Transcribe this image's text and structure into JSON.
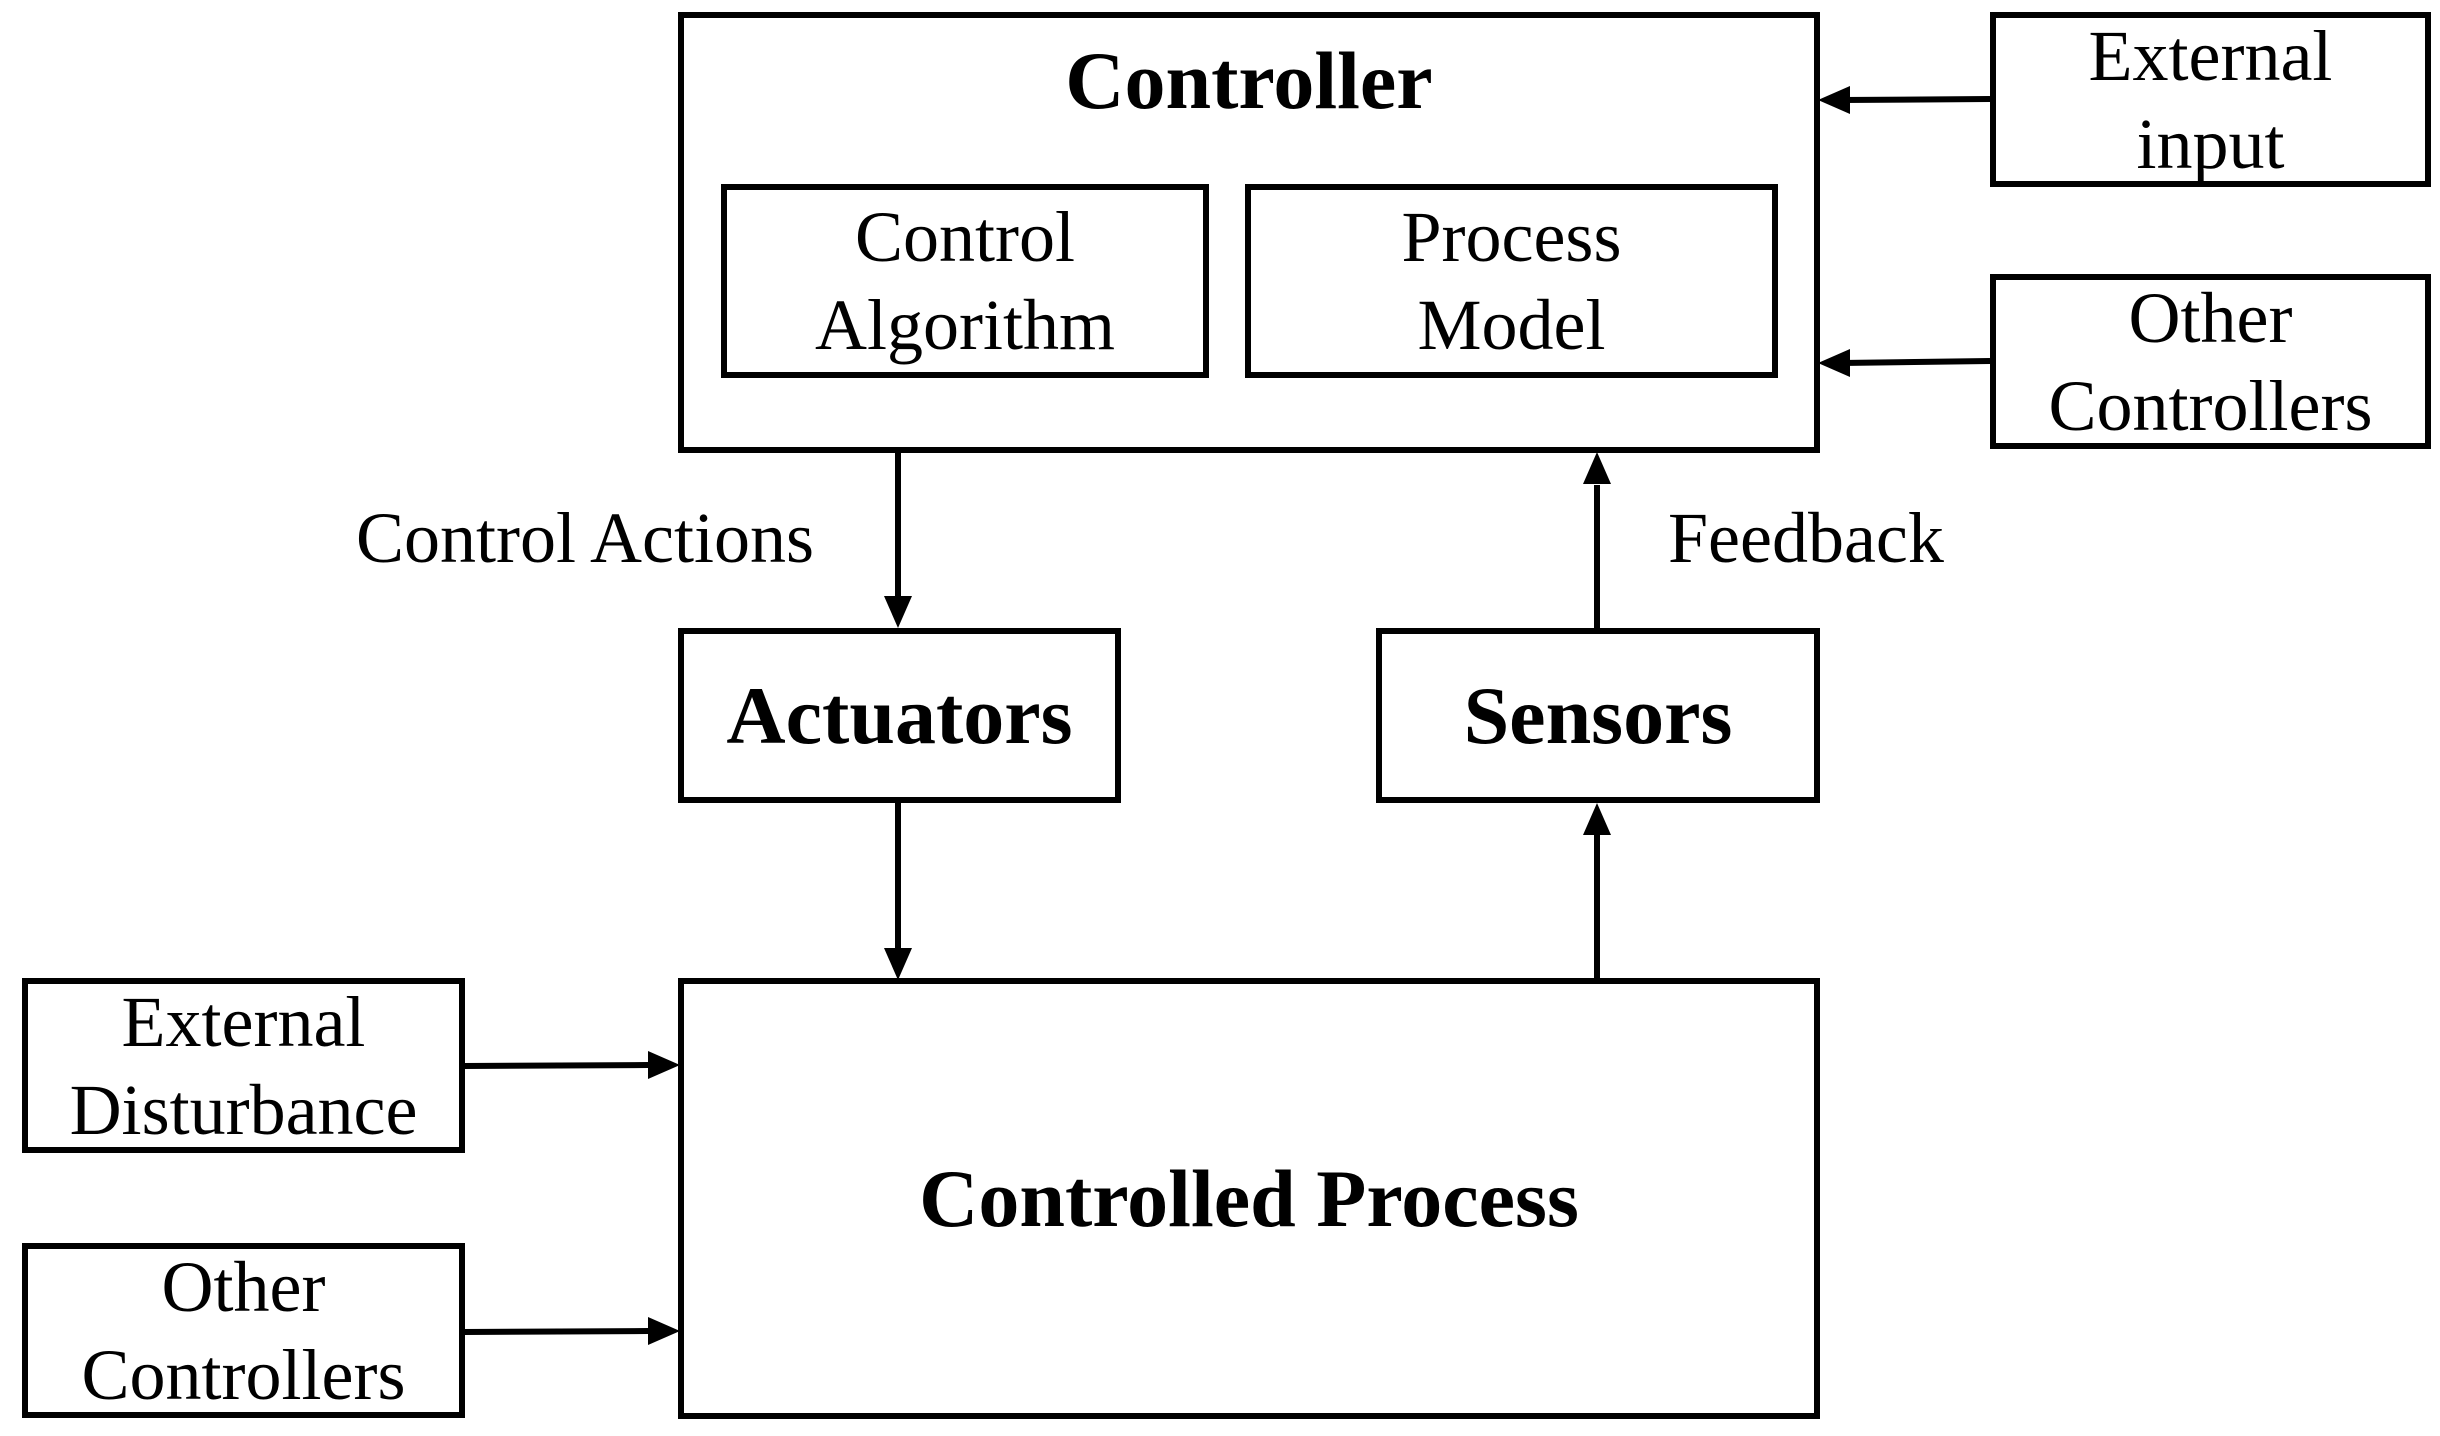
{
  "controller": {
    "title": "Controller",
    "control_algorithm": [
      "Control",
      "Algorithm"
    ],
    "process_model": [
      "Process",
      "Model"
    ]
  },
  "external_input": [
    "External",
    "input"
  ],
  "other_controllers_top": [
    "Other",
    "Controllers"
  ],
  "control_actions_label": "Control Actions",
  "feedback_label": "Feedback",
  "actuators": "Actuators",
  "sensors": "Sensors",
  "external_disturbance": [
    "External",
    "Disturbance"
  ],
  "other_controllers_bottom": [
    "Other",
    "Controllers"
  ],
  "controlled_process": "Controlled Process"
}
